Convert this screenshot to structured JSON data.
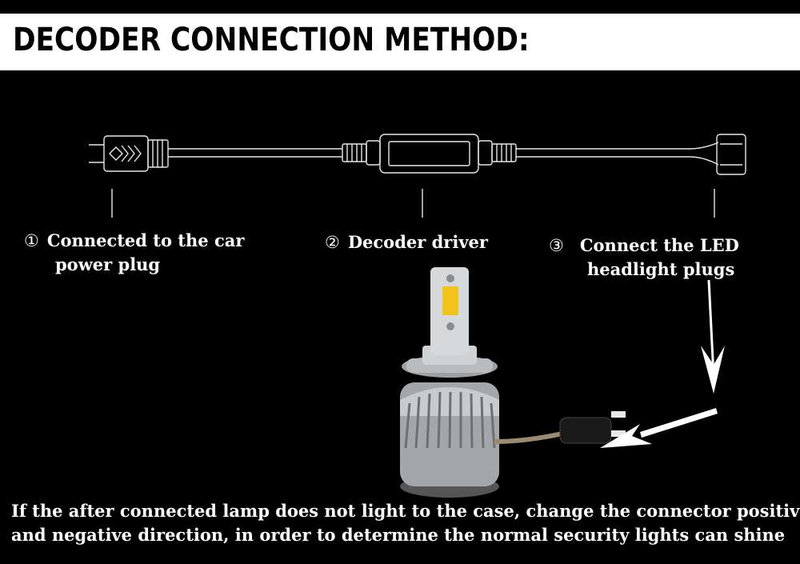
{
  "title": "DECODER CONNECTION METHOD:",
  "steps": [
    {
      "num": "①",
      "line1": "Connected to the car",
      "line2": "power plug"
    },
    {
      "num": "②",
      "line1": "Decoder driver",
      "line2": ""
    },
    {
      "num": "③",
      "line1": "Connect the LED",
      "line2": "headlight plugs"
    }
  ],
  "footer": {
    "line1": "If the after connected lamp does not light  to the case, change the connector positive",
    "line2": "and negative direction, in order to determine the normal security lights can shine"
  },
  "colors": {
    "background": "#000000",
    "title_bar": "#ffffff",
    "text": "#ffffff",
    "led_chip": "#f2c21a",
    "bulb_body": "#b9bcbf"
  },
  "icons": [
    "power-plug-connector-icon",
    "decoder-box-icon",
    "headlight-plug-connector-icon",
    "led-bulb-image",
    "arrow-down-icon",
    "arrow-left-icon"
  ]
}
